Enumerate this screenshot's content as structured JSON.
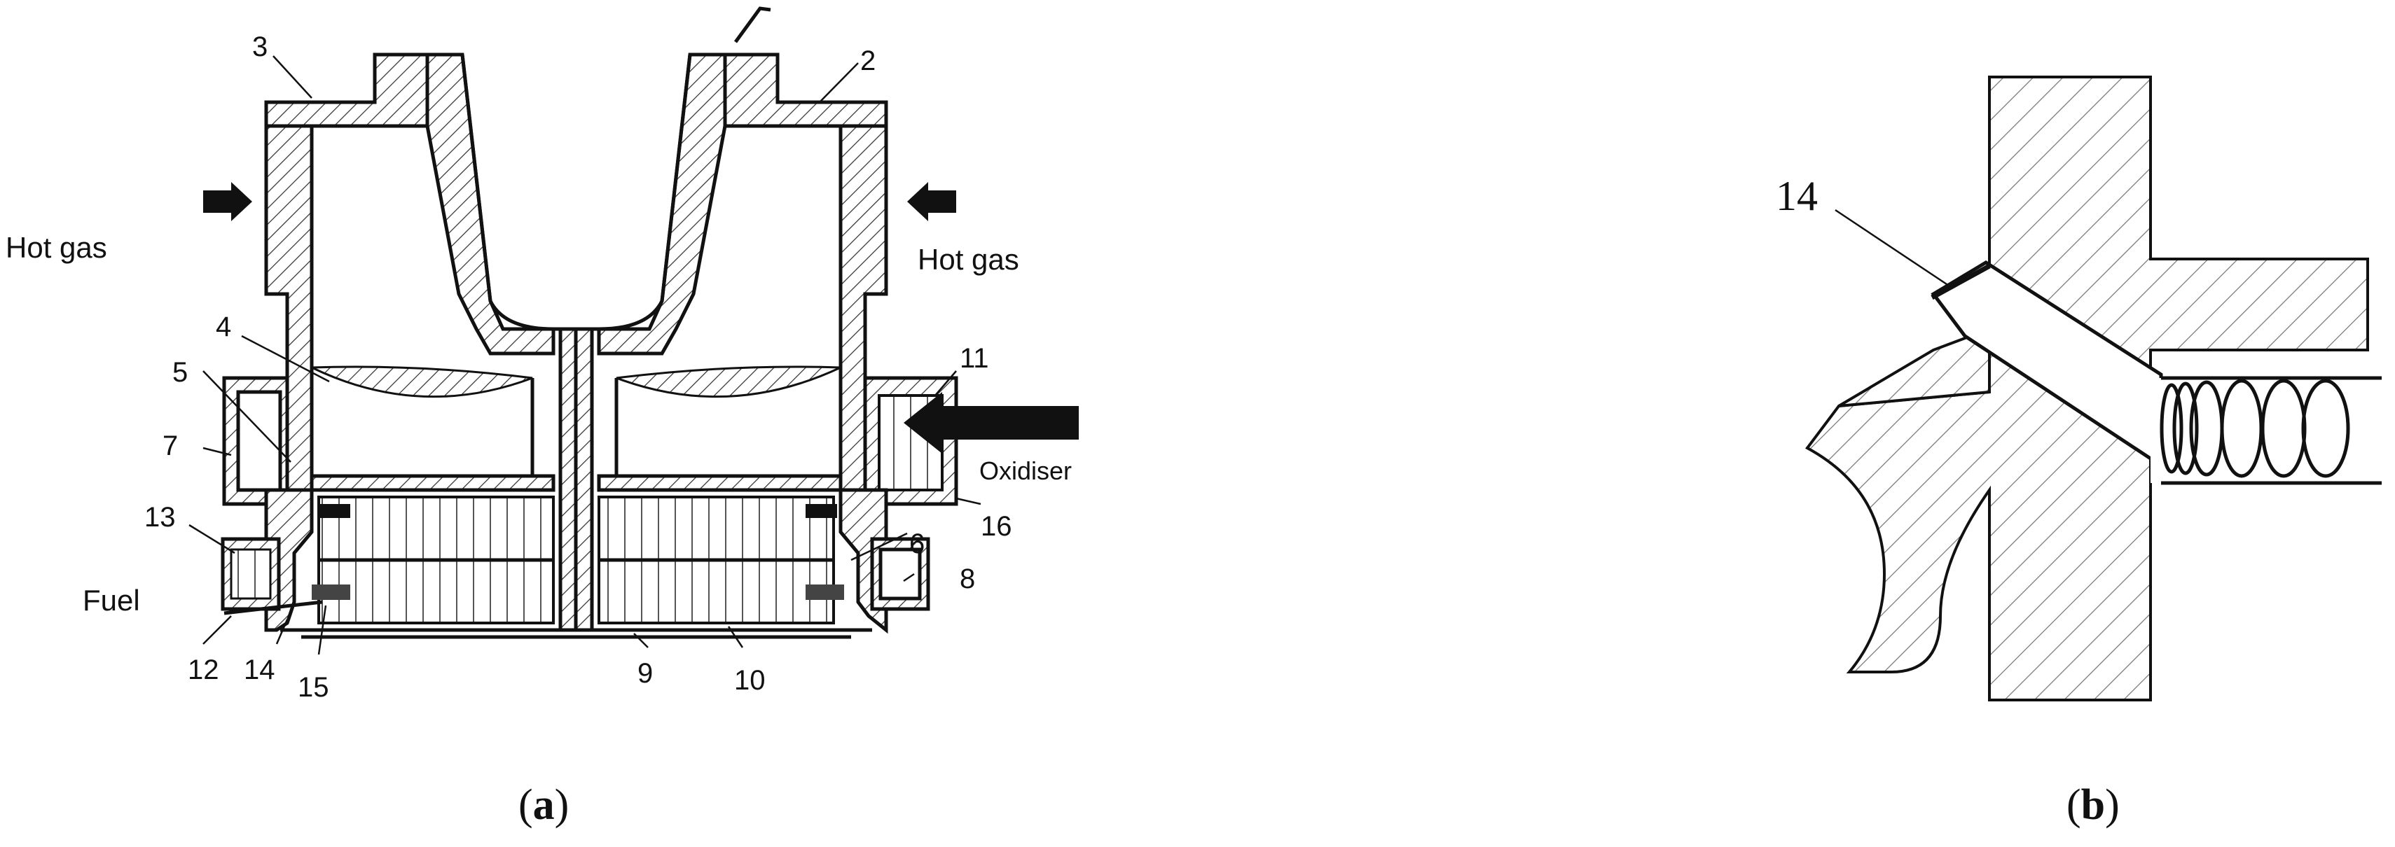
{
  "panel_a": {
    "caption_open": "(",
    "caption_letter": "a",
    "caption_close": ")",
    "labels": {
      "n2": "2",
      "n3": "3",
      "n4": "4",
      "n5": "5",
      "n6": "6",
      "n7": "7",
      "n8": "8",
      "n9": "9",
      "n10": "10",
      "n11": "11",
      "n12": "12",
      "n13": "13",
      "n14": "14",
      "n15": "15",
      "n16": "16"
    },
    "hot_gas_left": "Hot gas",
    "hot_gas_right": "Hot gas",
    "oxidiser": "Oxidiser",
    "fuel": "Fuel"
  },
  "panel_b": {
    "caption_open": "(",
    "caption_letter": "b",
    "caption_close": ")",
    "label_14": "14"
  },
  "colors": {
    "ink": "#111111",
    "background": "#ffffff"
  }
}
